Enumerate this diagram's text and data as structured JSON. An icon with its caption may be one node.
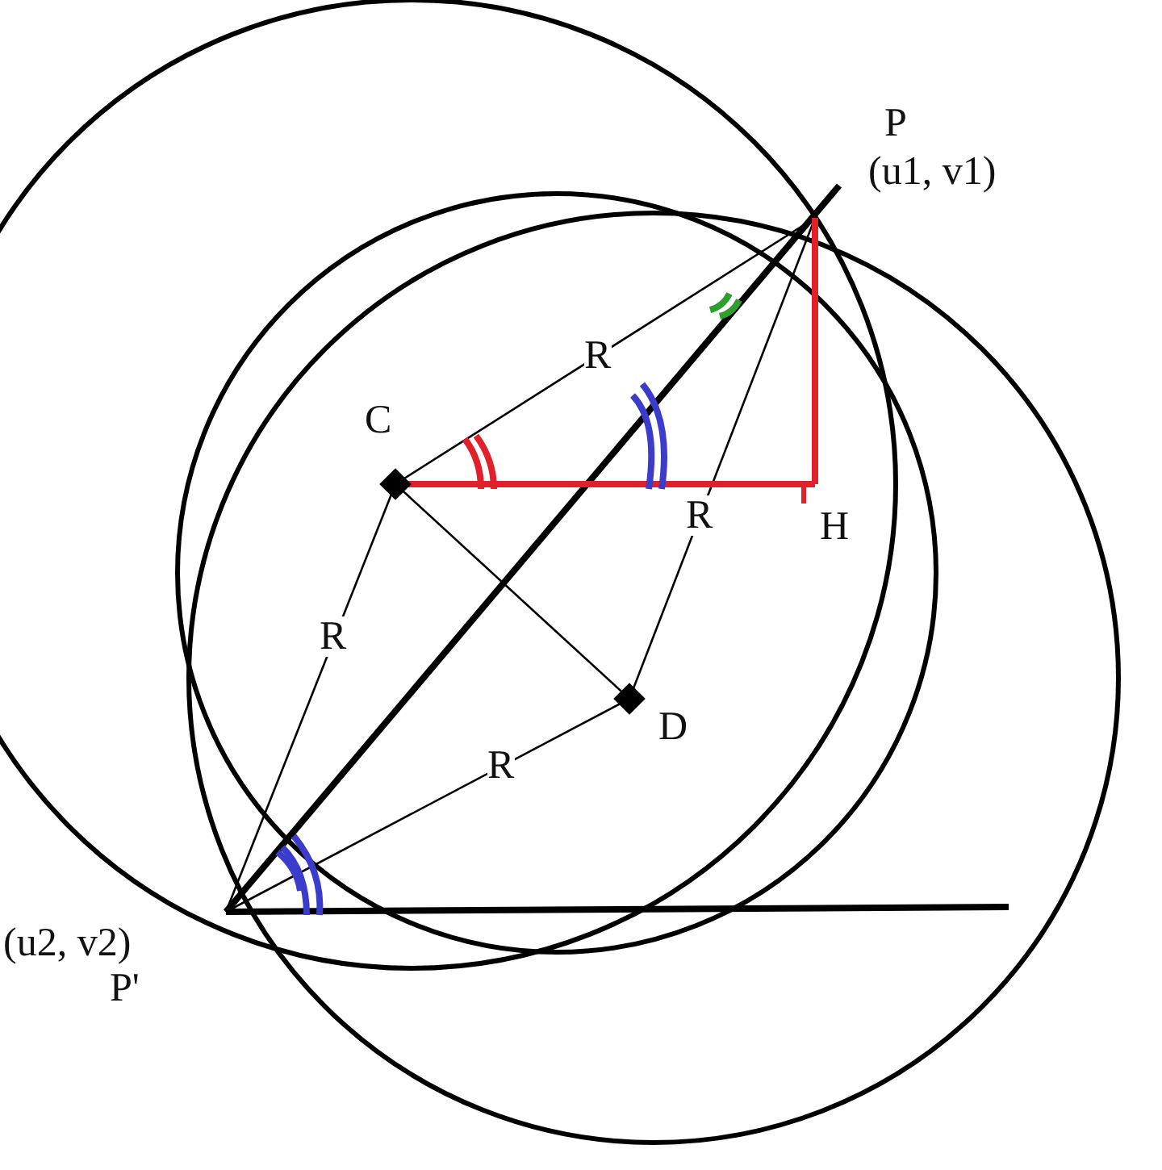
{
  "diagram": {
    "labels": [
      "P",
      "(u1, v1)",
      "R",
      "C",
      "R",
      "H",
      "R",
      "D",
      "R",
      "(u2, v2)",
      "P'"
    ]
  }
}
